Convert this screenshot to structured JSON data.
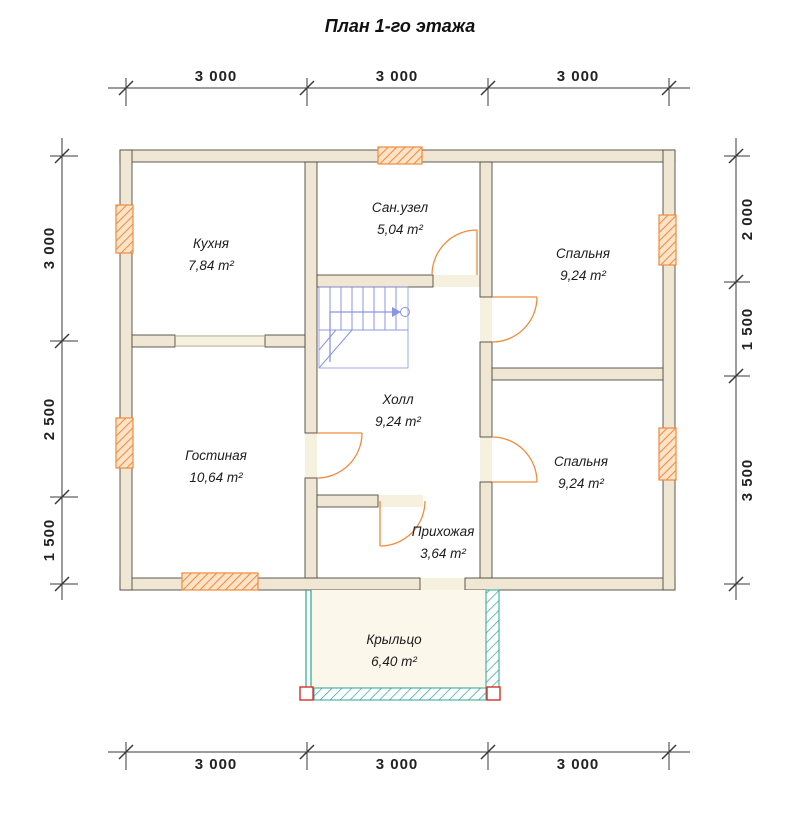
{
  "title": "План 1-го этажа",
  "dimensions": {
    "top": [
      "3 000",
      "3 000",
      "3 000"
    ],
    "bottom": [
      "3 000",
      "3 000",
      "3 000"
    ],
    "left": [
      "3 000",
      "2 500",
      "1 500"
    ],
    "right": [
      "2 000",
      "1 500",
      "3 500"
    ]
  },
  "rooms": {
    "kitchen": {
      "name": "Кухня",
      "area": "7,84 m²"
    },
    "bathroom": {
      "name": "Сан.узел",
      "area": "5,04 m²"
    },
    "bedroom1": {
      "name": "Спальня",
      "area": "9,24 m²"
    },
    "hall": {
      "name": "Холл",
      "area": "9,24 m²"
    },
    "living": {
      "name": "Гостиная",
      "area": "10,64 m²"
    },
    "bedroom2": {
      "name": "Спальня",
      "area": "9,24 m²"
    },
    "entry": {
      "name": "Прихожая",
      "area": "3,64 m²"
    },
    "porch": {
      "name": "Крыльцо",
      "area": "6,40 m²"
    }
  },
  "colors": {
    "wall_fill": "#efe7d3",
    "wall_outline": "#4f4b42",
    "opening_fill": "#f6f0df",
    "window_door": "#f08a3c",
    "stairs": "#8a94e3",
    "porch": "#2aa79b",
    "porch_post": "#d93025",
    "dimension": "#3a3a3a"
  }
}
